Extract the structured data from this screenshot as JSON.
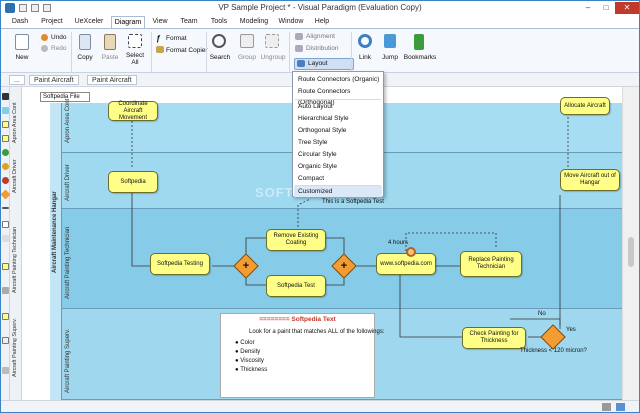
{
  "window": {
    "title": "VP Sample Project * - Visual Paradigm (Evaluation Copy)",
    "minimize": "–",
    "maximize": "□",
    "close": "✕"
  },
  "menu_tabs": [
    "Dash",
    "Project",
    "UeXceler",
    "Diagram",
    "View",
    "Team",
    "Tools",
    "Modeling",
    "Window",
    "Help"
  ],
  "active_tab": "Diagram",
  "ribbon": {
    "new": "New",
    "undo": "Undo",
    "redo": "Redo",
    "copy": "Copy",
    "paste": "Paste",
    "select_all": "Select All",
    "format": "Format",
    "format_copier": "Format Copier",
    "search": "Search",
    "group": "Group",
    "ungroup": "Ungroup",
    "alignment": "Alignment",
    "distribution": "Distribution",
    "layout": "Layout",
    "link": "Link",
    "jump": "Jump",
    "bookmarks": "Bookmarks"
  },
  "breadcrumb": {
    "nav": "...",
    "items": [
      "Paint Aircraft",
      "Paint Aircraft"
    ]
  },
  "diagram": {
    "tooltip": "Softpedia File",
    "lanes": [
      "Apron Area Cont",
      "Aircraft Driver",
      "Aircraft Painting Technician",
      "Aircraft Painting Superv."
    ],
    "pool": "Aircraft Maintenance Hangar",
    "toolbox_labels": [
      "Apron Area Cont",
      "Aircraft Driver",
      "Aircraft Painting Technician",
      "Aircraft Painting Superv."
    ],
    "nodes": {
      "coordinate": "Coordinate Aircraft Movement",
      "allocate": "Allocate Aircraft",
      "softpedia": "Softpedia",
      "move_out": "Move Aircraft out of Hangar",
      "softpedia_testing": "Softpedia Testing",
      "remove_coating": "Remove Existing Coating",
      "softpedia_test": "Softpedia Test",
      "www": "www.softpedia.com",
      "replace_painting": "Replace Painting Technician",
      "check_painting": "Check Painting for Thickness"
    },
    "labels": {
      "softpedia_test_text": "This is a Softpedia Test",
      "four_hours": "4 hours",
      "no": "No",
      "yes": "Yes",
      "thickness": "Thickness < 120 micron?",
      "watermark": "SOFTPEDIA"
    },
    "note": {
      "title": "======== Softpedia Text",
      "intro": "Look for a paint that matches ALL of the followings:",
      "bullets": [
        "Color",
        "Density",
        "Viscosity",
        "Thickness"
      ]
    }
  },
  "layout_menu": {
    "items": [
      "Route Connectors (Organic)",
      "Route Connectors (Orthogonal)",
      "Auto Layout",
      "Hierarchical Style",
      "Orthogonal Style",
      "Tree Style",
      "Circular Style",
      "Organic Style",
      "Compact",
      "Customized"
    ],
    "highlighted": "Customized"
  },
  "colors": {
    "lane": "#86cce8",
    "node": "#ffff88",
    "gateway": "#f39c32",
    "accent": "#2c6fb3"
  }
}
